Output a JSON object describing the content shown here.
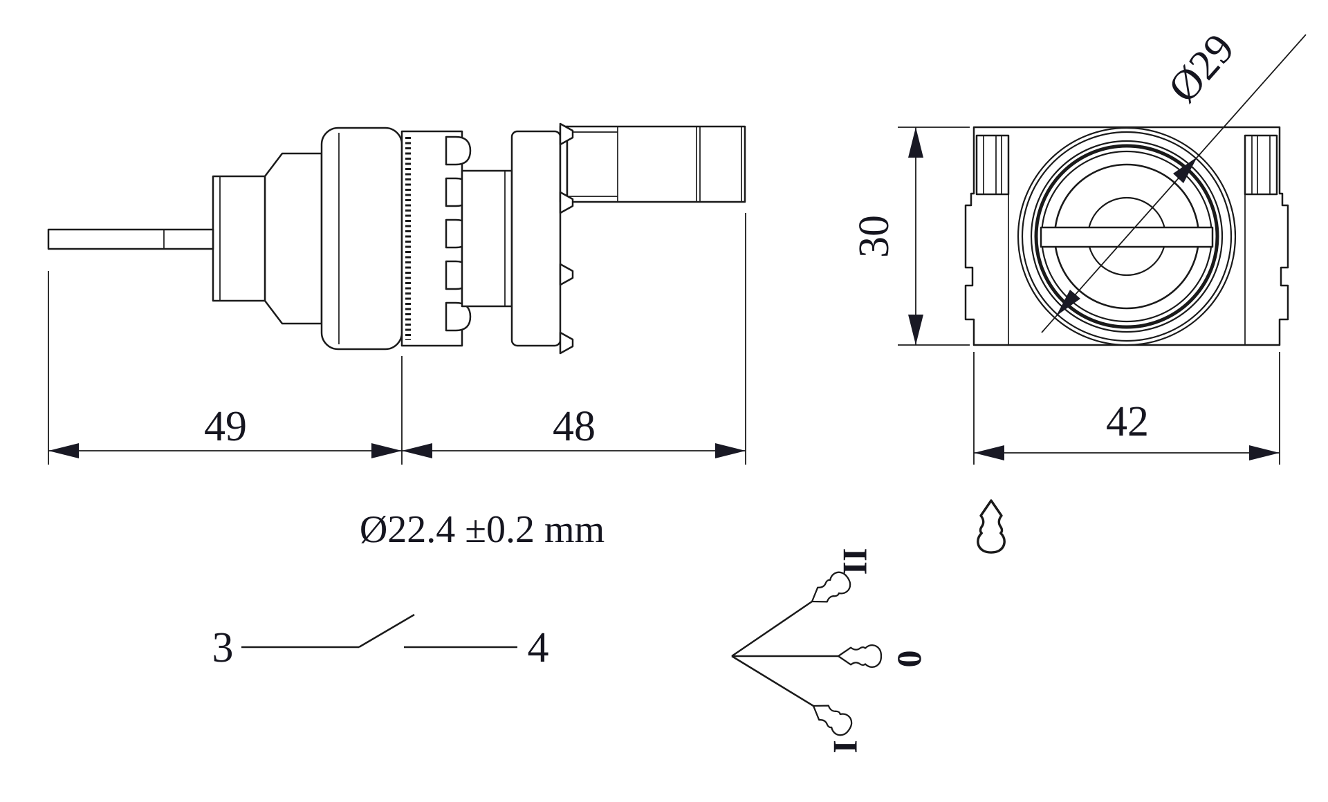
{
  "drawing_title": "key selector switch dimensional drawing",
  "colors": {
    "background": "#ffffff",
    "line": "#1a1a1a",
    "text": "#15151f"
  },
  "side_view": {
    "dim_key_side": "49",
    "dim_body_side": "48",
    "panel_cutout_note": "Ø22.4 ±0.2 mm"
  },
  "front_view": {
    "dim_height": "30",
    "dim_width": "42",
    "dim_bezel_diameter": "Ø29"
  },
  "contact_schematic": {
    "terminal_left": "3",
    "terminal_right": "4"
  },
  "key_positions": {
    "upper": "II",
    "middle": "0",
    "lower": "I"
  },
  "icons": {
    "key_symbol": "key-head-outline"
  }
}
